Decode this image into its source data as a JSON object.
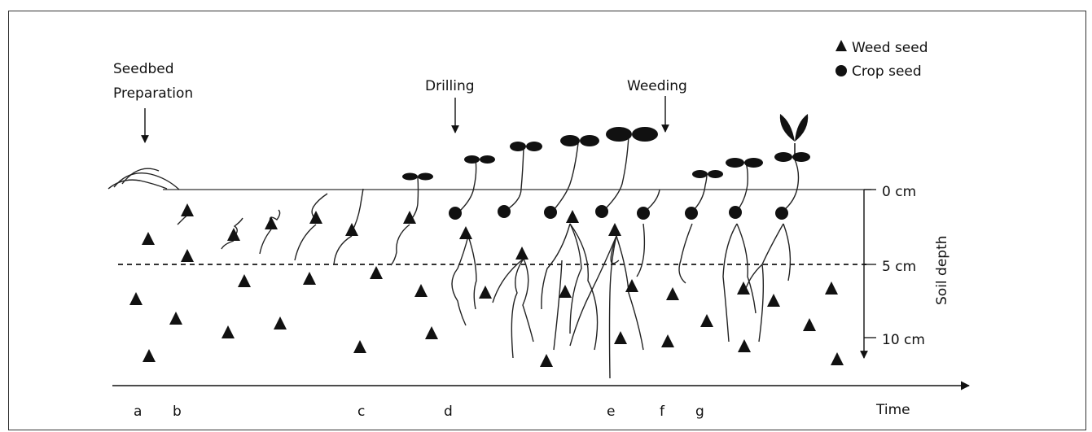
{
  "legend": {
    "weed_seed": "Weed seed",
    "crop_seed": "Crop seed"
  },
  "annotations": {
    "seedbed_line1": "Seedbed",
    "seedbed_line2": "Preparation",
    "drilling": "Drilling",
    "weeding": "Weeding"
  },
  "depth_axis": {
    "title": "Soil depth",
    "ticks": [
      "0 cm",
      "5 cm",
      "10 cm"
    ]
  },
  "time_axis": {
    "label": "Time",
    "markers": [
      "a",
      "b",
      "c",
      "d",
      "e",
      "f",
      "g"
    ]
  },
  "colors": {
    "ink": "#111111",
    "background": "#ffffff"
  }
}
